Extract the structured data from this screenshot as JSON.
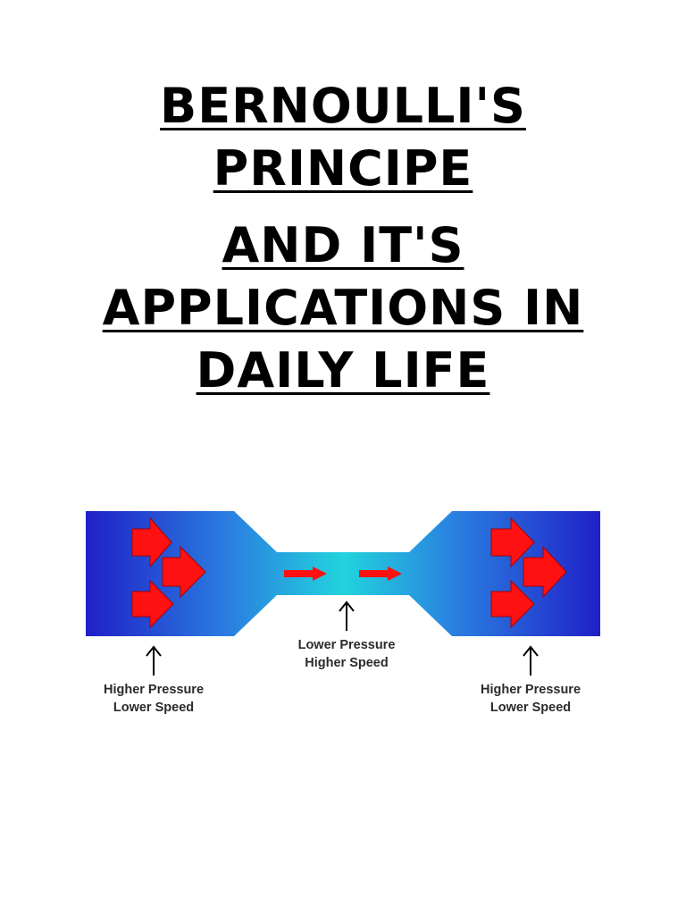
{
  "title": {
    "lines": [
      "BERNOULLI'S",
      "PRINCIPE",
      "AND IT'S",
      "APPLICATIONS IN",
      "DAILY LIFE"
    ]
  },
  "diagram": {
    "colors": {
      "wide_section": "#2233cc",
      "narrow_section": "#22d4dd",
      "arrows": "#ff1111"
    },
    "labels": {
      "left_line1": "Higher Pressure",
      "left_line2": "Lower Speed",
      "center_line1": "Lower Pressure",
      "center_line2": "Higher Speed",
      "right_line1": "Higher Pressure",
      "right_line2": "Lower Speed"
    }
  }
}
